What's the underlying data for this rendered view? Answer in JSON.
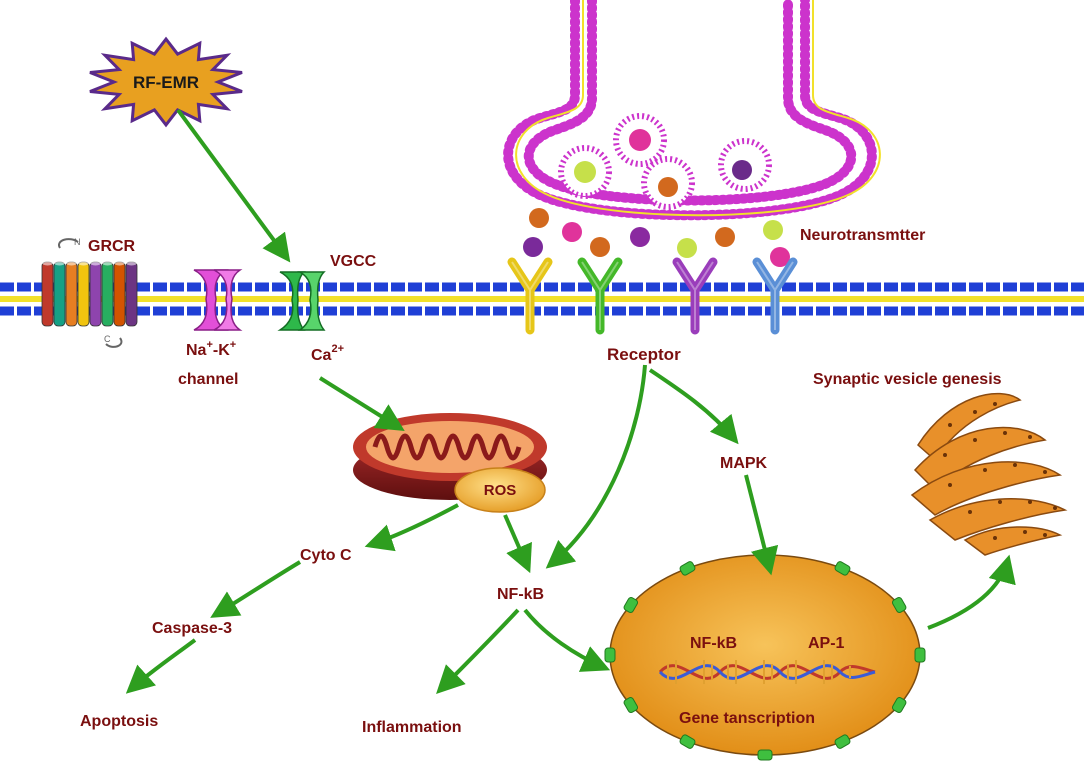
{
  "labels": {
    "rf_emr": "RF-EMR",
    "grcr": "GRCR",
    "vgcc": "VGCC",
    "na_k_1": "Na",
    "na_k_sup1": "+",
    "na_k_2": "-K",
    "na_k_sup2": "+",
    "channel": "channel",
    "ca": "Ca",
    "ca_sup": "2+",
    "neurotransmitter": "Neurotransmtter",
    "receptor": "Receptor",
    "ros": "ROS",
    "cyto_c": "Cyto C",
    "caspase3": "Caspase-3",
    "apoptosis": "Apoptosis",
    "nfkb": "NF-kB",
    "inflammation": "Inflammation",
    "mapk": "MAPK",
    "nucleus_nfkb": "NF-kB",
    "ap1": "AP-1",
    "gene_transcription": "Gene tanscription",
    "synaptic_vesicle_genesis": "Synaptic vesicle genesis",
    "grcr_n": "N",
    "grcr_c": "C"
  },
  "colors": {
    "arrow": "#2e9e1f",
    "label": "#7a0f0f",
    "membrane_head": "#1f3fd6",
    "membrane_tail": "#f2e12a",
    "presynaptic_head": "#cc33cc",
    "mitochondrion": "#8b1a1a",
    "nucleus": "#f0a020",
    "ros": "#f2b640",
    "golgi": "#e8902a",
    "rf_emr_star": "#e8a020",
    "rf_emr_outline": "#5a2a8a"
  },
  "receptor_colors": [
    "#e6c619",
    "#44b829",
    "#9a3dbb",
    "#5a8fd6"
  ],
  "grcr_helix_colors": [
    "#c0392b",
    "#16a085",
    "#e67e22",
    "#f1c40f",
    "#8e44ad",
    "#27ae60",
    "#d35400",
    "#6c3483"
  ]
}
